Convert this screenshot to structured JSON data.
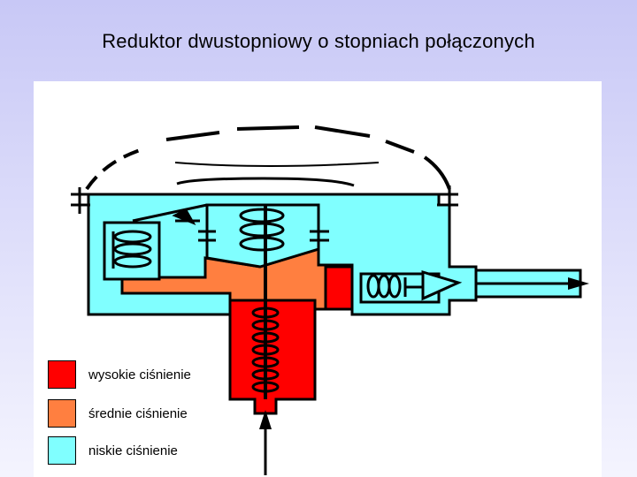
{
  "title": "Reduktor dwustopniowy o stopniach połączonych",
  "colors": {
    "high": "#ff0000",
    "medium": "#ff7f40",
    "low": "#80ffff",
    "outline": "#000000"
  },
  "legend": [
    {
      "label": "wysokie ciśnienie",
      "color": "#ff0000"
    },
    {
      "label": "średnie ciśnienie",
      "color": "#ff7f40"
    },
    {
      "label": "niskie ciśnienie",
      "color": "#80ffff"
    }
  ]
}
